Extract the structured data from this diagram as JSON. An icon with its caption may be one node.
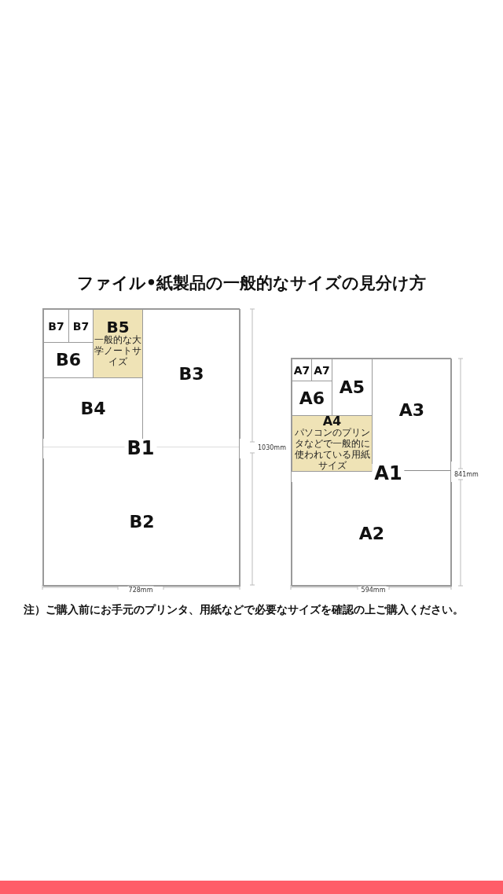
{
  "diagram": {
    "title": "ファイル•紙製品の一般的なサイズの見分け方",
    "nodes": [
      {
        "text": [
          "B1"
        ]
      },
      {
        "text": [
          "B7"
        ],
        "in": 0
      },
      {
        "text": [
          "B7"
        ],
        "in": 0
      },
      {
        "text": [
          "B5",
          "一般的な大学ノートサイズ"
        ],
        "in": 0
      },
      {
        "text": [
          "B6"
        ],
        "in": 0
      },
      {
        "text": [
          "B4"
        ],
        "in": 0
      },
      {
        "text": [
          "B3"
        ],
        "in": 0
      },
      {
        "text": [
          "B2"
        ],
        "in": 0
      },
      {
        "text": [
          "A1"
        ]
      },
      {
        "text": [
          "A7"
        ],
        "in": 8
      },
      {
        "text": [
          "A7"
        ],
        "in": 8
      },
      {
        "text": [
          "A5"
        ],
        "in": 8
      },
      {
        "text": [
          "A6"
        ],
        "in": 8
      },
      {
        "text": [
          "A4",
          "パソコンのプリンタなどで一般的に使われている用紙サイズ"
        ],
        "in": 8
      },
      {
        "text": [
          "A3"
        ],
        "in": 8
      },
      {
        "text": [
          "A2"
        ],
        "in": 8
      }
    ],
    "edges": [],
    "labels": [
      "1030mm",
      "728mm",
      "841mm",
      "594mm",
      "注）ご購入前にお手元のプリンタ、用紙などで必要なサイズを確認の上ご購入ください。"
    ]
  }
}
